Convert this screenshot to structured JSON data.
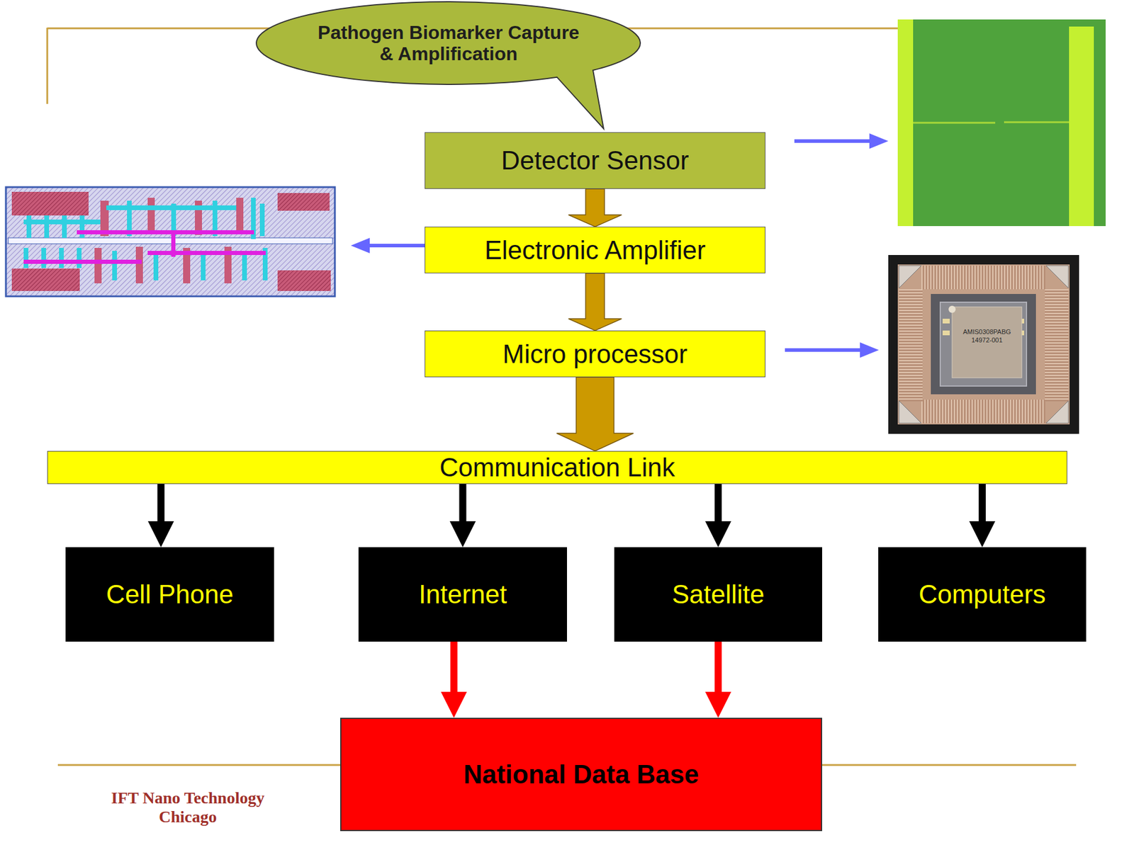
{
  "diagram": {
    "nodes": [
      {
        "text": [
          "Pathogen Biomarker Capture & Amplification"
        ]
      },
      {
        "text": [
          "Detector Sensor"
        ]
      },
      {
        "text": [
          "Electronic Amplifier"
        ]
      },
      {
        "text": [
          "Micro processor"
        ]
      },
      {
        "text": [
          "Communication Link"
        ]
      },
      {
        "text": [
          "Cell Phone"
        ]
      },
      {
        "text": [
          "Internet"
        ]
      },
      {
        "text": [
          "Satellite"
        ]
      },
      {
        "text": [
          "Computers"
        ]
      },
      {
        "text": [
          "National Data Base"
        ]
      }
    ],
    "edges": [
      {
        "from": 1,
        "to": 2,
        "arrow": "to"
      },
      {
        "from": 2,
        "to": 3,
        "arrow": "to"
      },
      {
        "from": 3,
        "to": 4,
        "arrow": "to"
      },
      {
        "from": 4,
        "to": 5,
        "arrow": "to"
      },
      {
        "from": 4,
        "to": 6,
        "arrow": "to"
      },
      {
        "from": 4,
        "to": 7,
        "arrow": "to"
      },
      {
        "from": 4,
        "to": 8,
        "arrow": "to"
      },
      {
        "from": 6,
        "to": 9,
        "arrow": "to"
      },
      {
        "from": 7,
        "to": 9,
        "arrow": "to"
      }
    ],
    "labels": [
      "IFT Nano Technology Chicago",
      "AMIS0308PABG",
      "14972-001"
    ]
  }
}
